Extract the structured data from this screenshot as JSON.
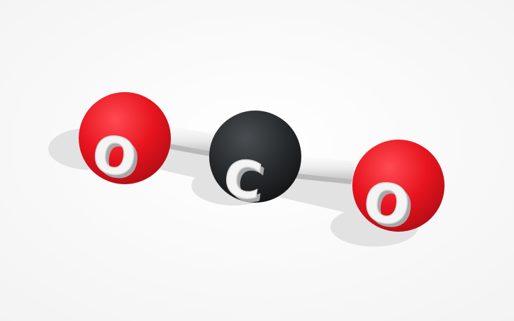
{
  "molecule": {
    "atoms": [
      {
        "id": "oxygen-left",
        "label": "O",
        "element": "oxygen",
        "color": "#e8141e"
      },
      {
        "id": "carbon",
        "label": "C",
        "element": "carbon",
        "color": "#26292b"
      },
      {
        "id": "oxygen-right",
        "label": "O",
        "element": "oxygen",
        "color": "#e8141e"
      }
    ],
    "bond_color": "#f2f2f2",
    "label_color": "#f4f4f4",
    "background_color": "#ffffff"
  }
}
